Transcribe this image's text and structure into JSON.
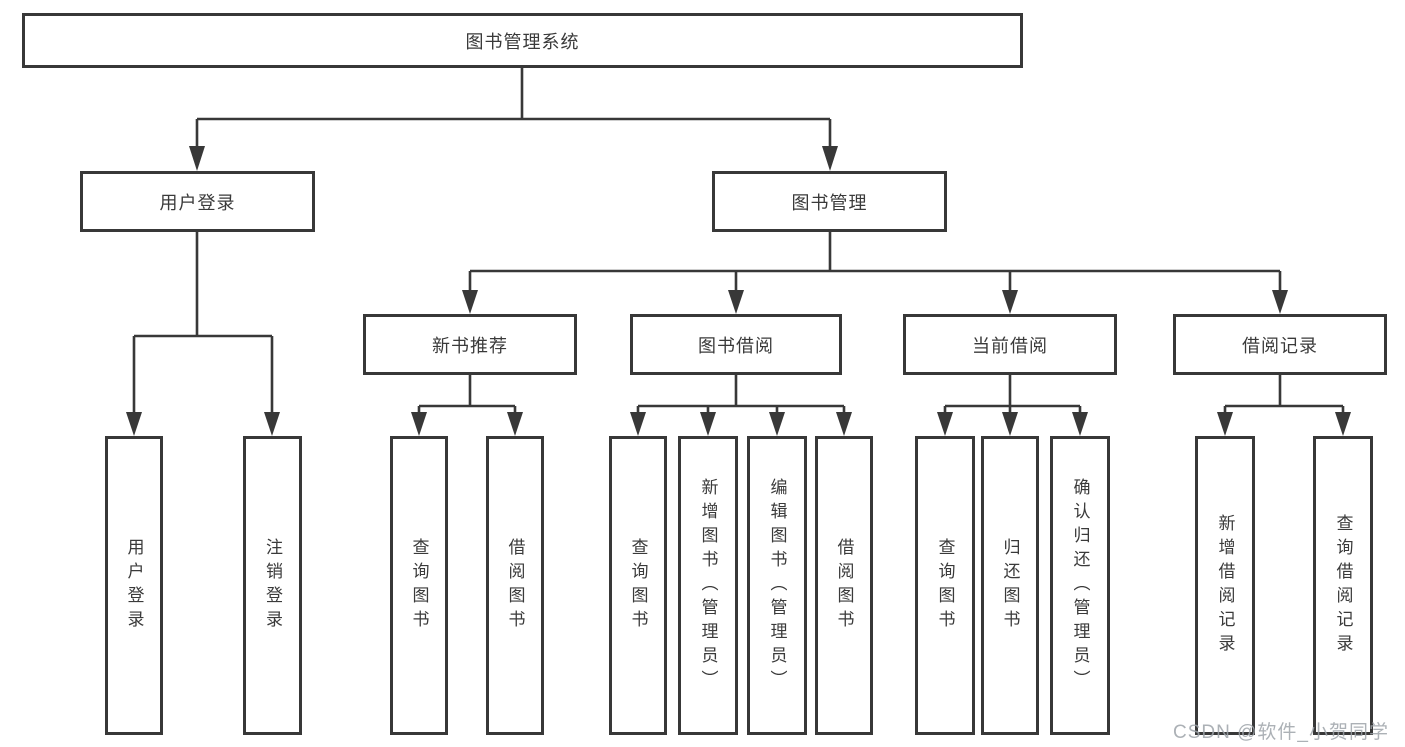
{
  "diagram": {
    "root": {
      "label": "图书管理系统"
    },
    "branches": [
      {
        "label": "用户登录",
        "children": [
          {
            "label": "用户登录"
          },
          {
            "label": "注销登录"
          }
        ]
      },
      {
        "label": "图书管理",
        "children": [
          {
            "label": "新书推荐",
            "children": [
              {
                "label": "查询图书"
              },
              {
                "label": "借阅图书"
              }
            ]
          },
          {
            "label": "图书借阅",
            "children": [
              {
                "label": "查询图书"
              },
              {
                "label": "新增图书（管理员）"
              },
              {
                "label": "编辑图书（管理员）"
              },
              {
                "label": "借阅图书"
              }
            ]
          },
          {
            "label": "当前借阅",
            "children": [
              {
                "label": "查询图书"
              },
              {
                "label": "归还图书"
              },
              {
                "label": "确认归还（管理员）"
              }
            ]
          },
          {
            "label": "借阅记录",
            "children": [
              {
                "label": "新增借阅记录"
              },
              {
                "label": "查询借阅记录"
              }
            ]
          }
        ]
      }
    ]
  },
  "watermark": "CSDN @软件_小贺同学",
  "colors": {
    "line": "#383838",
    "text": "#3a3a3a",
    "watermark": "#9ea3a9",
    "background": "#ffffff"
  }
}
